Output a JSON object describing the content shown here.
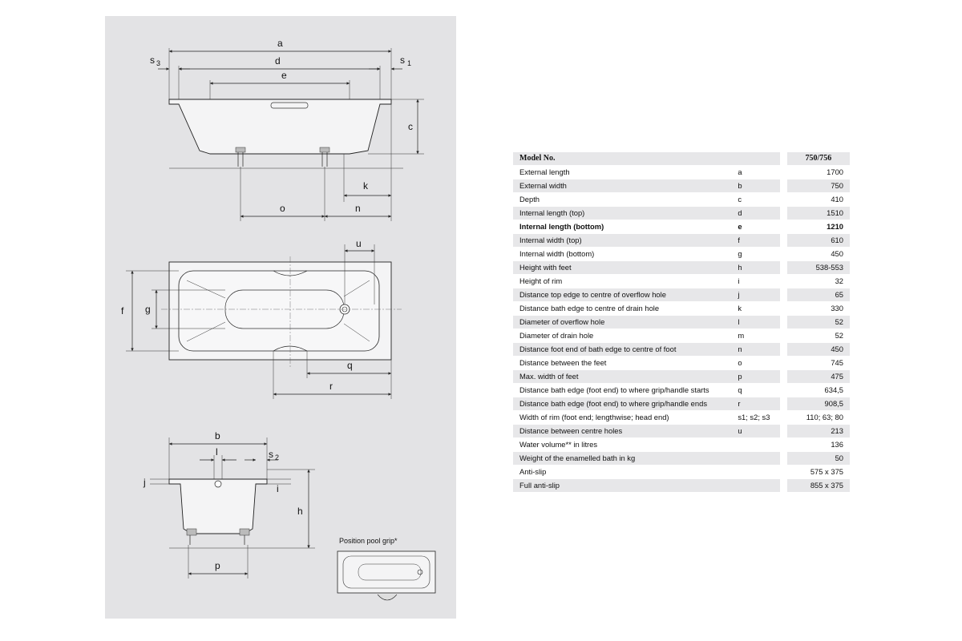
{
  "drawing": {
    "labels": {
      "a": "a",
      "d": "d",
      "e": "e",
      "s3": "s",
      "s3_sub": "3",
      "s1": "s",
      "s1_sub": "1",
      "c": "c",
      "k": "k",
      "o": "o",
      "n": "n",
      "u": "u",
      "f": "f",
      "g": "g",
      "q": "q",
      "r": "r",
      "b": "b",
      "l": "l",
      "s2": "s",
      "s2_sub": "2",
      "j": "j",
      "i": "i",
      "h": "h",
      "p": "p"
    },
    "grip_caption": "Position pool grip*"
  },
  "table": {
    "header": {
      "label": "Model No.",
      "value": "750/756"
    },
    "rows": [
      {
        "label": "External length",
        "symbol": "a",
        "value": "1700"
      },
      {
        "label": "External width",
        "symbol": "b",
        "value": "750"
      },
      {
        "label": "Depth",
        "symbol": "c",
        "value": "410"
      },
      {
        "label": "Internal length (top)",
        "symbol": "d",
        "value": "1510"
      },
      {
        "label": "Internal length (bottom)",
        "symbol": "e",
        "value": "1210",
        "bold": true
      },
      {
        "label": "Internal width (top)",
        "symbol": "f",
        "value": "610"
      },
      {
        "label": "Internal width (bottom)",
        "symbol": "g",
        "value": "450"
      },
      {
        "label": "Height with feet",
        "symbol": "h",
        "value": "538-553"
      },
      {
        "label": "Height of rim",
        "symbol": "i",
        "value": "32"
      },
      {
        "label": "Distance top edge to centre of overflow hole",
        "symbol": "j",
        "value": "65"
      },
      {
        "label": "Distance bath edge to centre of drain hole",
        "symbol": "k",
        "value": "330"
      },
      {
        "label": "Diameter of overflow hole",
        "symbol": "l",
        "value": "52"
      },
      {
        "label": "Diameter of drain hole",
        "symbol": "m",
        "value": "52"
      },
      {
        "label": "Distance foot end of bath edge to centre of foot",
        "symbol": "n",
        "value": "450"
      },
      {
        "label": "Distance between the feet",
        "symbol": "o",
        "value": "745"
      },
      {
        "label": "Max. width of feet",
        "symbol": "p",
        "value": "475"
      },
      {
        "label": "Distance bath edge (foot end) to where grip/handle starts",
        "symbol": "q",
        "value": "634,5"
      },
      {
        "label": "Distance bath edge (foot end) to where grip/handle ends",
        "symbol": "r",
        "value": "908,5"
      },
      {
        "label": "Width of rim (foot end; lengthwise; head end)",
        "symbol": "s1; s2; s3",
        "value": "110; 63; 80"
      },
      {
        "label": "Distance between centre holes",
        "symbol": "u",
        "value": "213"
      },
      {
        "label": "Water volume** in litres",
        "symbol": "",
        "value": "136"
      },
      {
        "label": "Weight of the enamelled bath in kg",
        "symbol": "",
        "value": "50"
      },
      {
        "label": "Anti-slip",
        "symbol": "",
        "value": "575 x 375"
      },
      {
        "label": "Full anti-slip",
        "symbol": "",
        "value": "855 x 375"
      }
    ]
  }
}
